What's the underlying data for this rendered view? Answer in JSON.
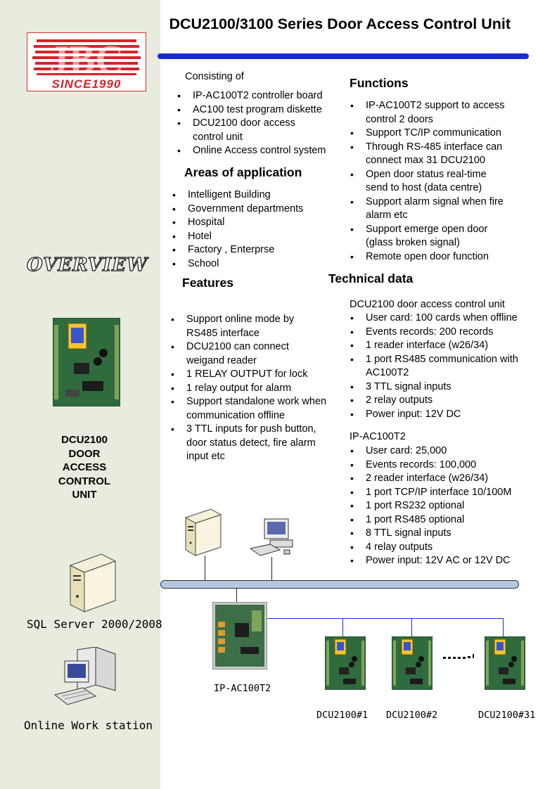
{
  "title": "DCU2100/3100 Series Door Access Control Unit",
  "logo": {
    "letters": "JBC",
    "tagline": "SINCE1990",
    "color": "#d8232a"
  },
  "accent_color": "#1a2ad8",
  "sidebar_color": "#e7ecde",
  "overview_label": "OVERVIEW",
  "consisting": {
    "heading": "Consisting of",
    "items": [
      "IP-AC100T2 controller board",
      "AC100 test program diskette",
      "DCU2100 door access control unit",
      "Online Access control system"
    ]
  },
  "functions": {
    "heading": "Functions",
    "items": [
      "IP-AC100T2 support to access control 2 doors",
      "Support TC/IP communication",
      "Through RS-485 interface can connect max 31 DCU2100",
      "Open door status real-time send to host (data centre)",
      "Support alarm signal when fire alarm etc",
      "Support emerge open door (glass broken signal)",
      "Remote open door function"
    ]
  },
  "areas": {
    "heading": "Areas of application",
    "items": [
      "Intelligent Building",
      "Government departments",
      "Hospital",
      "Hotel",
      "Factory , Enterprse",
      "School"
    ]
  },
  "features": {
    "heading": "Features",
    "items": [
      "Support online mode by RS485 interface",
      "DCU2100 can connect weigand reader",
      "1 RELAY OUTPUT for lock",
      "1 relay output for alarm",
      "Support standalone work when communication offline",
      "3 TTL inputs for push button, door status detect, fire alarm input etc"
    ]
  },
  "technical": {
    "heading": "Technical data",
    "dcu_title": "DCU2100 door access control unit",
    "dcu_items": [
      "User card: 100 cards when  offline",
      "Events records: 200 records",
      "1 reader interface (w26/34)",
      "1 port RS485 communication with AC100T2",
      "3 TTL signal inputs",
      "2 relay outputs",
      "Power input:  12V DC"
    ],
    "ip_title": "IP-AC100T2",
    "ip_items": [
      "User card: 25,000",
      "Events records: 100,000",
      "2 reader interface (w26/34)",
      "1 port TCP/IP interface 10/100M",
      "1 port RS232 optional",
      "1 port RS485 optional",
      "8 TTL signal inputs",
      "4 relay outputs",
      "Power input: 12V AC or 12V DC"
    ]
  },
  "dcu_caption": [
    "DCU2100",
    "DOOR",
    "ACCESS",
    "CONTROL",
    "UNIT"
  ],
  "diagram": {
    "sql_label": "SQL Server 2000/2008",
    "workstation_label": "Online Work station",
    "controller_label": "IP-AC100T2",
    "unit_labels": [
      "DCU2100#1",
      "DCU2100#2",
      "DCU2100#31"
    ]
  }
}
